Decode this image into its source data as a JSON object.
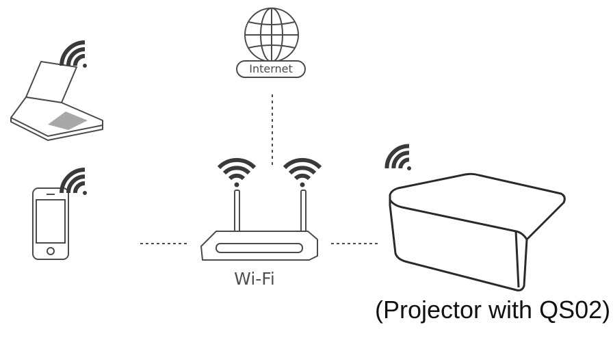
{
  "labels": {
    "internet": "Internet",
    "wifi": "Wi-Fi",
    "projector": "(Projector with QS02)"
  },
  "icons": {
    "laptop": "laptop-icon",
    "phone": "smartphone-icon",
    "globe": "globe-icon",
    "router": "router-icon",
    "projector": "projector-icon",
    "signal": "wifi-signal-icon"
  },
  "colors": {
    "line": "#4a4a4a",
    "screen_fill": "#a8a8a8",
    "signal": "#3a3a3a"
  }
}
